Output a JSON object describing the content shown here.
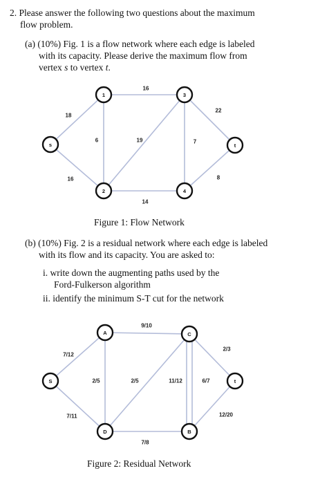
{
  "question": {
    "line1": "2. Please answer the following two questions about the maximum",
    "line2": "flow problem."
  },
  "part_a": {
    "line1": "(a) (10%) Fig. 1 is a flow network where each edge is labeled",
    "line2": "with its capacity. Please derive the maximum flow from",
    "line3_prefix": "vertex ",
    "source": "s",
    "line3_mid": " to vertex ",
    "sink": "t",
    "line3_suffix": "."
  },
  "figure1": {
    "caption": "Figure 1: Flow Network",
    "nodes": [
      {
        "id": "s",
        "label": "s"
      },
      {
        "id": "1",
        "label": "1"
      },
      {
        "id": "2",
        "label": "2"
      },
      {
        "id": "3",
        "label": "3"
      },
      {
        "id": "4",
        "label": "4"
      },
      {
        "id": "t",
        "label": "t"
      }
    ],
    "edges": [
      {
        "from": "s",
        "to": "1",
        "label": "18"
      },
      {
        "from": "s",
        "to": "2",
        "label": "16"
      },
      {
        "from": "1",
        "to": "3",
        "label": "16"
      },
      {
        "from": "1",
        "to": "2",
        "label": "6"
      },
      {
        "from": "2",
        "to": "3",
        "label": "19"
      },
      {
        "from": "2",
        "to": "4",
        "label": "14"
      },
      {
        "from": "3",
        "to": "4",
        "label": "7"
      },
      {
        "from": "3",
        "to": "t",
        "label": "22"
      },
      {
        "from": "4",
        "to": "t",
        "label": "8"
      }
    ]
  },
  "part_b": {
    "line1": "(b) (10%) Fig. 2 is a residual network where each edge is labeled",
    "line2": "with its flow and its capacity. You are asked to:",
    "item_i_1": "i. write down the augmenting paths used by the",
    "item_i_2": "Ford-Fulkerson algorithm",
    "item_ii": "ii. identify the minimum S-T cut for the network"
  },
  "figure2": {
    "caption": "Figure 2: Residual Network",
    "nodes": [
      {
        "id": "S",
        "label": "S"
      },
      {
        "id": "A",
        "label": "A"
      },
      {
        "id": "C",
        "label": "C"
      },
      {
        "id": "D",
        "label": "D"
      },
      {
        "id": "B",
        "label": "B"
      },
      {
        "id": "T",
        "label": "t"
      }
    ],
    "edges": [
      {
        "from": "S",
        "to": "A",
        "label": "7/12"
      },
      {
        "from": "S",
        "to": "D",
        "label": "7/11"
      },
      {
        "from": "A",
        "to": "C",
        "label": "9/10"
      },
      {
        "from": "A",
        "to": "D",
        "label": "2/5"
      },
      {
        "from": "D",
        "to": "C",
        "label": "2/5"
      },
      {
        "from": "C",
        "to": "B",
        "label": "11/12"
      },
      {
        "from": "B",
        "to": "C",
        "label": "6/7"
      },
      {
        "from": "C",
        "to": "T",
        "label": "2/3"
      },
      {
        "from": "D",
        "to": "B",
        "label": "7/8"
      },
      {
        "from": "B",
        "to": "T",
        "label": "12/20"
      }
    ]
  }
}
